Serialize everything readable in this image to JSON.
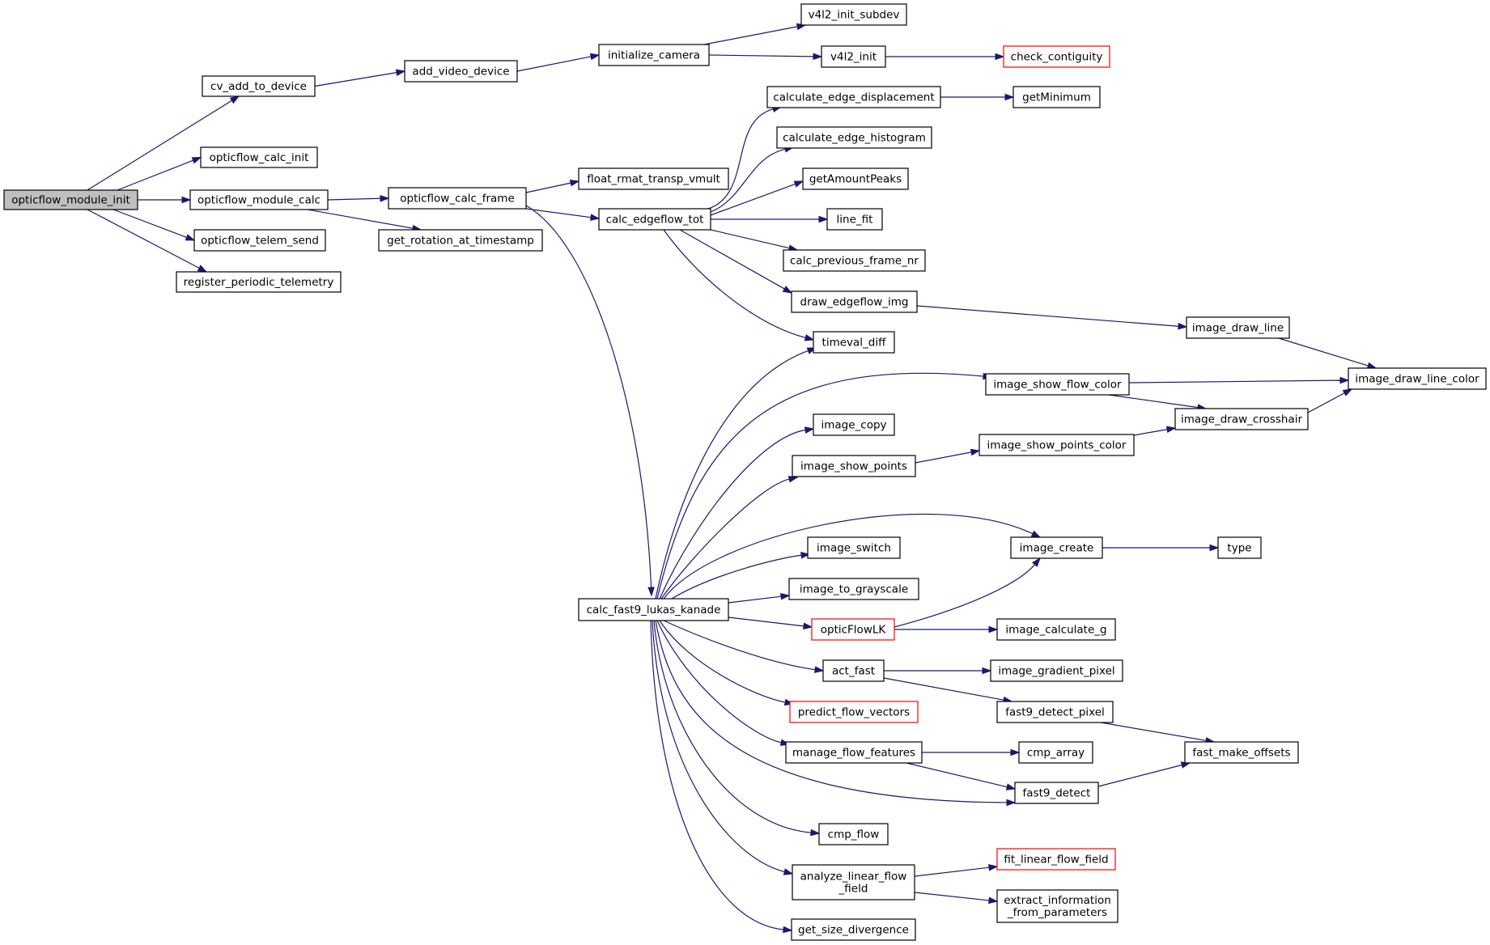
{
  "colors": {
    "edge": "#191970",
    "node_border": "#000000",
    "node_fill": "#ffffff",
    "root_fill": "#bfbfbf",
    "truncated_border": "#ff0000"
  },
  "nodes": [
    {
      "id": "opticflow_module_init",
      "label": "opticflow_module_init",
      "root": true
    },
    {
      "id": "cv_add_to_device",
      "label": "cv_add_to_device"
    },
    {
      "id": "opticflow_calc_init",
      "label": "opticflow_calc_init"
    },
    {
      "id": "opticflow_module_calc",
      "label": "opticflow_module_calc"
    },
    {
      "id": "opticflow_telem_send",
      "label": "opticflow_telem_send"
    },
    {
      "id": "register_periodic_telemetry",
      "label": "register_periodic_telemetry"
    },
    {
      "id": "add_video_device",
      "label": "add_video_device"
    },
    {
      "id": "opticflow_calc_frame",
      "label": "opticflow_calc_frame"
    },
    {
      "id": "get_rotation_at_timestamp",
      "label": "get_rotation_at_timestamp"
    },
    {
      "id": "initialize_camera",
      "label": "initialize_camera"
    },
    {
      "id": "float_rmat_transp_vmult",
      "label": "float_rmat_transp_vmult"
    },
    {
      "id": "calc_edgeflow_tot",
      "label": "calc_edgeflow_tot"
    },
    {
      "id": "calc_fast9_lukas_kanade",
      "label": "calc_fast9_lukas_kanade"
    },
    {
      "id": "v4l2_init_subdev",
      "label": "v4l2_init_subdev"
    },
    {
      "id": "v4l2_init",
      "label": "v4l2_init"
    },
    {
      "id": "check_contiguity",
      "label": "check_contiguity",
      "truncated": true
    },
    {
      "id": "calculate_edge_displacement",
      "label": "calculate_edge_displacement"
    },
    {
      "id": "getMinimum",
      "label": "getMinimum"
    },
    {
      "id": "calculate_edge_histogram",
      "label": "calculate_edge_histogram"
    },
    {
      "id": "getAmountPeaks",
      "label": "getAmountPeaks"
    },
    {
      "id": "line_fit",
      "label": "line_fit"
    },
    {
      "id": "calc_previous_frame_nr",
      "label": "calc_previous_frame_nr"
    },
    {
      "id": "draw_edgeflow_img",
      "label": "draw_edgeflow_img"
    },
    {
      "id": "timeval_diff",
      "label": "timeval_diff"
    },
    {
      "id": "image_draw_line",
      "label": "image_draw_line"
    },
    {
      "id": "image_draw_line_color",
      "label": "image_draw_line_color"
    },
    {
      "id": "image_show_flow_color",
      "label": "image_show_flow_color"
    },
    {
      "id": "image_draw_crosshair",
      "label": "image_draw_crosshair"
    },
    {
      "id": "image_copy",
      "label": "image_copy"
    },
    {
      "id": "image_show_points",
      "label": "image_show_points"
    },
    {
      "id": "image_show_points_color",
      "label": "image_show_points_color"
    },
    {
      "id": "image_create",
      "label": "image_create"
    },
    {
      "id": "type",
      "label": "type"
    },
    {
      "id": "image_switch",
      "label": "image_switch"
    },
    {
      "id": "image_to_grayscale",
      "label": "image_to_grayscale"
    },
    {
      "id": "opticFlowLK",
      "label": "opticFlowLK",
      "truncated": true
    },
    {
      "id": "image_calculate_g",
      "label": "image_calculate_g"
    },
    {
      "id": "act_fast",
      "label": "act_fast"
    },
    {
      "id": "image_gradient_pixel",
      "label": "image_gradient_pixel"
    },
    {
      "id": "fast9_detect_pixel",
      "label": "fast9_detect_pixel"
    },
    {
      "id": "predict_flow_vectors",
      "label": "predict_flow_vectors",
      "truncated": true
    },
    {
      "id": "fast_make_offsets",
      "label": "fast_make_offsets"
    },
    {
      "id": "manage_flow_features",
      "label": "manage_flow_features"
    },
    {
      "id": "cmp_array",
      "label": "cmp_array"
    },
    {
      "id": "fast9_detect",
      "label": "fast9_detect"
    },
    {
      "id": "cmp_flow",
      "label": "cmp_flow"
    },
    {
      "id": "analyze_linear_flow_field",
      "label": "analyze_linear_flow\n_field"
    },
    {
      "id": "fit_linear_flow_field",
      "label": "fit_linear_flow_field",
      "truncated": true
    },
    {
      "id": "extract_information_from_parameters",
      "label": "extract_information\n_from_parameters"
    },
    {
      "id": "get_size_divergence",
      "label": "get_size_divergence"
    }
  ],
  "edges": [
    [
      "opticflow_module_init",
      "cv_add_to_device"
    ],
    [
      "opticflow_module_init",
      "opticflow_calc_init"
    ],
    [
      "opticflow_module_init",
      "opticflow_module_calc"
    ],
    [
      "opticflow_module_init",
      "opticflow_telem_send"
    ],
    [
      "opticflow_module_init",
      "register_periodic_telemetry"
    ],
    [
      "cv_add_to_device",
      "add_video_device"
    ],
    [
      "add_video_device",
      "initialize_camera"
    ],
    [
      "initialize_camera",
      "v4l2_init_subdev"
    ],
    [
      "initialize_camera",
      "v4l2_init"
    ],
    [
      "v4l2_init",
      "check_contiguity"
    ],
    [
      "opticflow_module_calc",
      "opticflow_calc_frame"
    ],
    [
      "opticflow_module_calc",
      "get_rotation_at_timestamp"
    ],
    [
      "opticflow_calc_frame",
      "float_rmat_transp_vmult"
    ],
    [
      "opticflow_calc_frame",
      "calc_edgeflow_tot"
    ],
    [
      "opticflow_calc_frame",
      "calc_fast9_lukas_kanade"
    ],
    [
      "calc_edgeflow_tot",
      "calculate_edge_displacement"
    ],
    [
      "calc_edgeflow_tot",
      "calculate_edge_histogram"
    ],
    [
      "calc_edgeflow_tot",
      "getAmountPeaks"
    ],
    [
      "calc_edgeflow_tot",
      "line_fit"
    ],
    [
      "calc_edgeflow_tot",
      "calc_previous_frame_nr"
    ],
    [
      "calc_edgeflow_tot",
      "draw_edgeflow_img"
    ],
    [
      "calc_edgeflow_tot",
      "timeval_diff"
    ],
    [
      "calculate_edge_displacement",
      "getMinimum"
    ],
    [
      "draw_edgeflow_img",
      "image_draw_line"
    ],
    [
      "image_draw_line",
      "image_draw_line_color"
    ],
    [
      "calc_fast9_lukas_kanade",
      "timeval_diff"
    ],
    [
      "calc_fast9_lukas_kanade",
      "image_show_flow_color"
    ],
    [
      "calc_fast9_lukas_kanade",
      "image_copy"
    ],
    [
      "calc_fast9_lukas_kanade",
      "image_show_points"
    ],
    [
      "calc_fast9_lukas_kanade",
      "image_create"
    ],
    [
      "calc_fast9_lukas_kanade",
      "image_switch"
    ],
    [
      "calc_fast9_lukas_kanade",
      "image_to_grayscale"
    ],
    [
      "calc_fast9_lukas_kanade",
      "opticFlowLK"
    ],
    [
      "calc_fast9_lukas_kanade",
      "act_fast"
    ],
    [
      "calc_fast9_lukas_kanade",
      "predict_flow_vectors"
    ],
    [
      "calc_fast9_lukas_kanade",
      "manage_flow_features"
    ],
    [
      "calc_fast9_lukas_kanade",
      "fast9_detect"
    ],
    [
      "calc_fast9_lukas_kanade",
      "cmp_flow"
    ],
    [
      "calc_fast9_lukas_kanade",
      "analyze_linear_flow_field"
    ],
    [
      "calc_fast9_lukas_kanade",
      "get_size_divergence"
    ],
    [
      "image_show_flow_color",
      "image_draw_line_color"
    ],
    [
      "image_show_flow_color",
      "image_draw_crosshair"
    ],
    [
      "image_draw_crosshair",
      "image_draw_line_color"
    ],
    [
      "image_show_points",
      "image_show_points_color"
    ],
    [
      "image_show_points_color",
      "image_draw_crosshair"
    ],
    [
      "image_create",
      "type"
    ],
    [
      "opticFlowLK",
      "image_create"
    ],
    [
      "opticFlowLK",
      "image_calculate_g"
    ],
    [
      "act_fast",
      "image_gradient_pixel"
    ],
    [
      "act_fast",
      "fast9_detect_pixel"
    ],
    [
      "fast9_detect_pixel",
      "fast_make_offsets"
    ],
    [
      "manage_flow_features",
      "cmp_array"
    ],
    [
      "manage_flow_features",
      "fast9_detect"
    ],
    [
      "fast9_detect",
      "fast_make_offsets"
    ],
    [
      "analyze_linear_flow_field",
      "fit_linear_flow_field"
    ],
    [
      "analyze_linear_flow_field",
      "extract_information_from_parameters"
    ]
  ]
}
